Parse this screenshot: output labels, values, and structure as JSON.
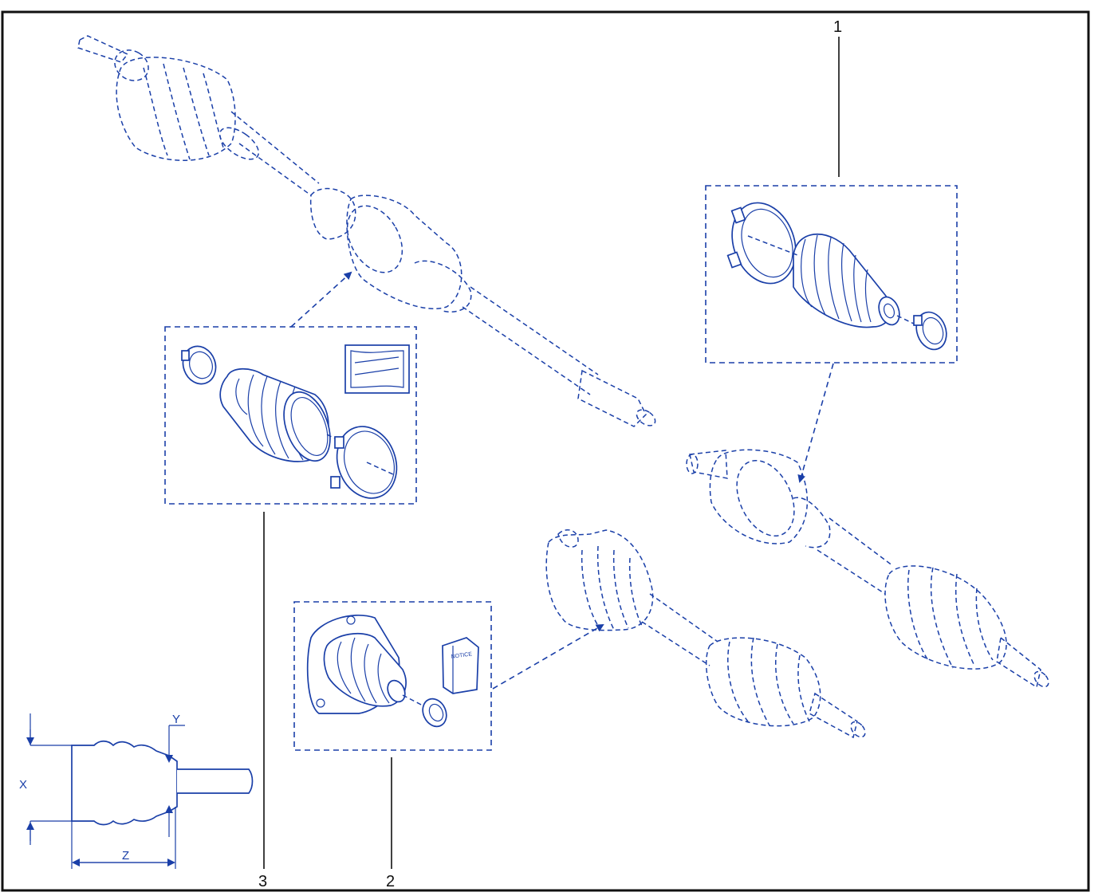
{
  "colors": {
    "ink": "#1a3fa8",
    "frame": "#111111",
    "background": "#ffffff"
  },
  "callouts": {
    "item1": "1",
    "item2": "2",
    "item3": "3"
  },
  "dimensions": {
    "x": "X",
    "y": "Y",
    "z": "Z"
  },
  "kit2": {
    "leaflet_text": "NOTICE"
  }
}
